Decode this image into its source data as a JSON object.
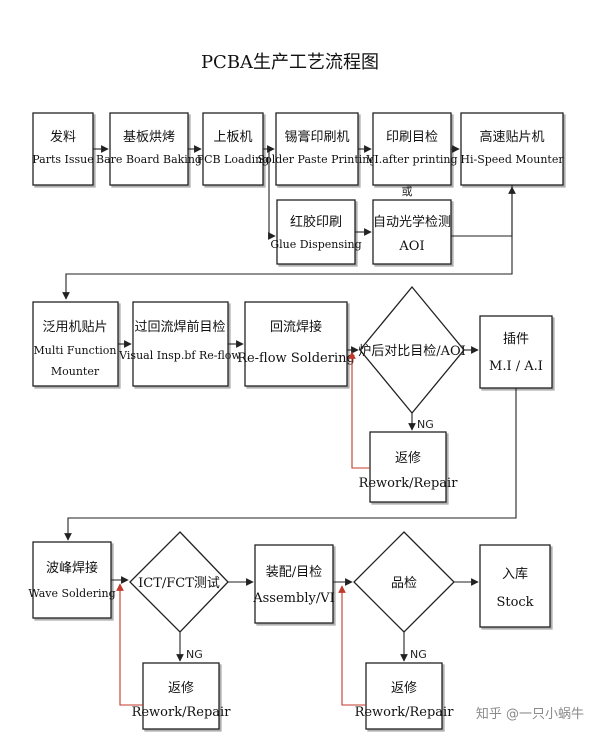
{
  "title": "PCBA生产工艺流程图",
  "watermark": "知乎 @一只小蜗牛",
  "nodes": {
    "parts_issue": {
      "zh": "发料",
      "en": "Parts Issue"
    },
    "baking": {
      "zh": "基板烘烤",
      "en": "Bare Board Baking"
    },
    "loading": {
      "zh": "上板机",
      "en": "PCB Loading"
    },
    "paste": {
      "zh": "锡膏印刷机",
      "en": "Solder Paste Printing"
    },
    "vi_print": {
      "zh": "印刷目检",
      "en": "VI.after printing"
    },
    "hs_mounter": {
      "zh": "高速贴片机",
      "en": "Hi-Speed Mounter"
    },
    "glue": {
      "zh": "红胶印刷",
      "en": "Glue Dispensing"
    },
    "aoi1": {
      "zh": "自动光学检测",
      "en": "AOI"
    },
    "multi_mounter": {
      "zh": "泛用机贴片",
      "en": "Multi Function",
      "en2": "Mounter"
    },
    "vi_reflow": {
      "zh": "过回流焊前目检",
      "en": "Visual Insp.bf Re-flow"
    },
    "reflow": {
      "zh": "回流焊接",
      "en": "Re-flow  Soldering"
    },
    "aoi2": {
      "zh": "炉后对比目检/AOI"
    },
    "insert": {
      "zh": "插件",
      "en": "M.I / A.I"
    },
    "rework1": {
      "zh": "返修",
      "en": "Rework/Repair"
    },
    "wave": {
      "zh": "波峰焊接",
      "en": "Wave Soldering"
    },
    "ict": {
      "zh": "ICT/FCT测试"
    },
    "assembly": {
      "zh": "装配/目检",
      "en": "Assembly/VI"
    },
    "qc": {
      "zh": "品检"
    },
    "stock": {
      "zh": "入库",
      "en": "Stock"
    },
    "rework2": {
      "zh": "返修",
      "en": "Rework/Repair"
    },
    "rework3": {
      "zh": "返修",
      "en": "Rework/Repair"
    }
  },
  "labels": {
    "or": "或",
    "ng": "NG"
  }
}
